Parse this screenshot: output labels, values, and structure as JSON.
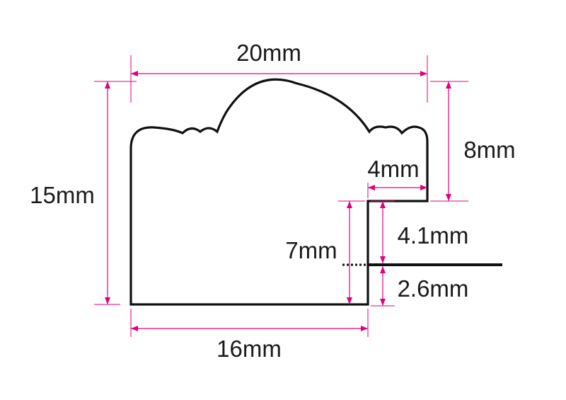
{
  "diagram": {
    "colors": {
      "dimension": "#e0007a",
      "outline": "#111111",
      "text": "#1a1a1a",
      "background": "#ffffff"
    },
    "dimensions": {
      "overall_width": "20mm",
      "overall_height": "15mm",
      "top_height": "8mm",
      "rebate_width": "4mm",
      "rebate_depth": "7mm",
      "upper_rebate": "4.1mm",
      "lower_rebate": "2.6mm",
      "base_width": "16mm"
    }
  }
}
